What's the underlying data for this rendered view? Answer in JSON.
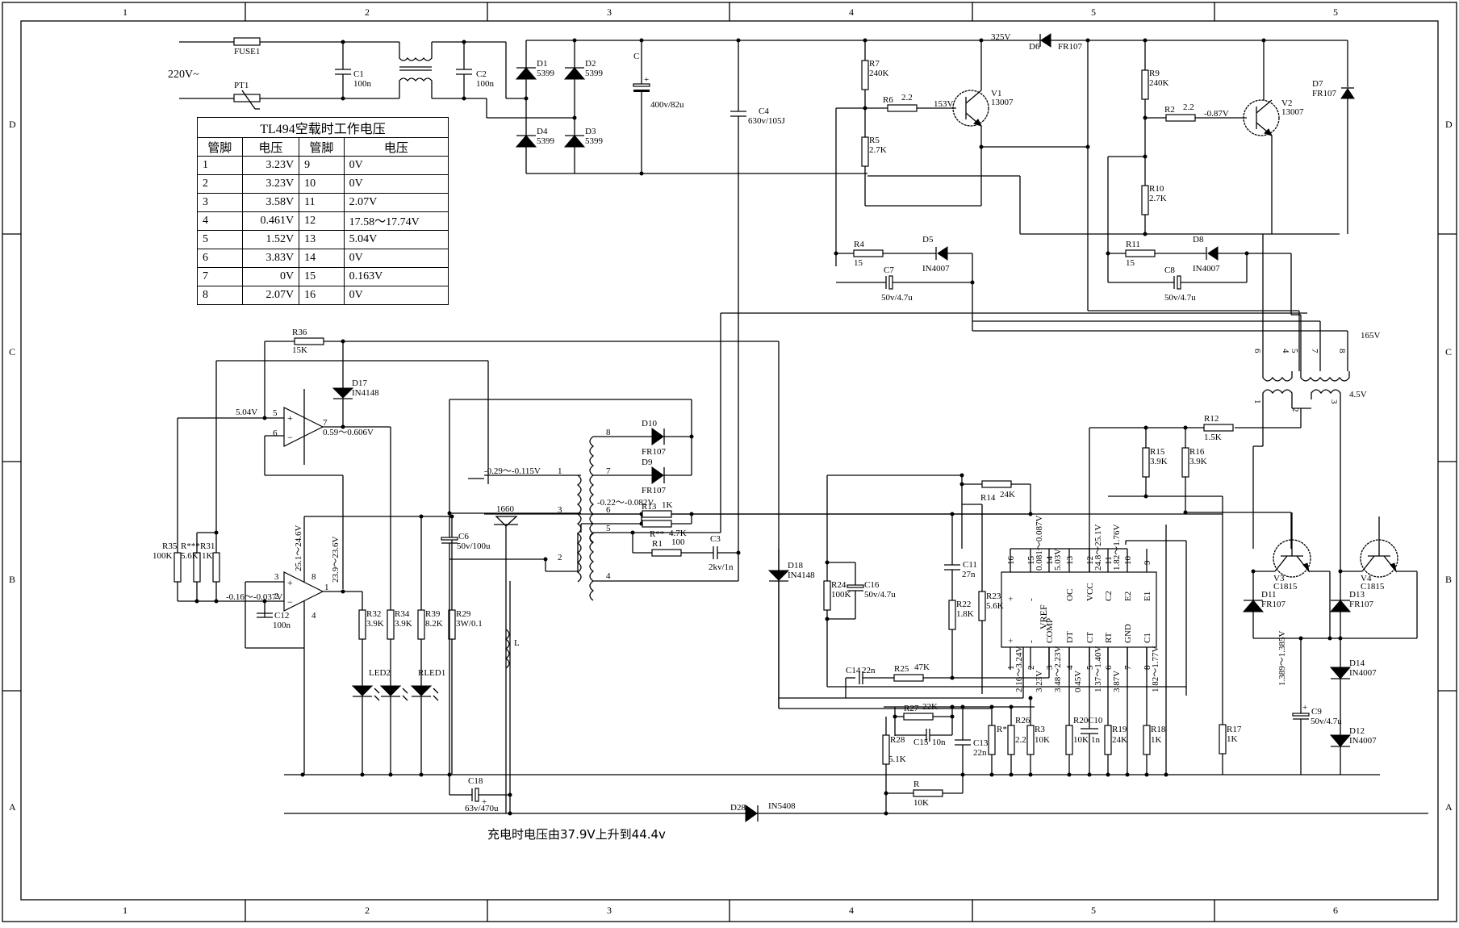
{
  "frame": {
    "columns": [
      "1",
      "2",
      "3",
      "4",
      "5",
      "5"
    ],
    "columns_bottom": [
      "1",
      "2",
      "3",
      "4",
      "5",
      "6"
    ],
    "rows": [
      "D",
      "C",
      "B",
      "A"
    ]
  },
  "table": {
    "title": "TL494空载时工作电压",
    "headers": [
      "管脚",
      "电压",
      "管脚",
      "电压"
    ],
    "rows": [
      [
        "1",
        "3.23V",
        "9",
        "0V"
      ],
      [
        "2",
        "3.23V",
        "10",
        "0V"
      ],
      [
        "3",
        "3.58V",
        "11",
        "2.07V"
      ],
      [
        "4",
        "0.461V",
        "12",
        "17.58～17.74V"
      ],
      [
        "5",
        "1.52V",
        "13",
        "5.04V"
      ],
      [
        "6",
        "3.83V",
        "14",
        "0V"
      ],
      [
        "7",
        "0V",
        "15",
        "0.163V"
      ],
      [
        "8",
        "2.07V",
        "16",
        "0V"
      ]
    ]
  },
  "caption": "充电时电压由37.9V上升到44.4v",
  "input": {
    "label": "220V~",
    "fuse": "FUSE1",
    "ptc": "PT1"
  },
  "components": {
    "C1": [
      "C1",
      "100n"
    ],
    "C2": [
      "C2",
      "100n"
    ],
    "D1": [
      "D1",
      "5399"
    ],
    "D2": [
      "D2",
      "5399"
    ],
    "D3": [
      "D3",
      "5399"
    ],
    "D4": [
      "D4",
      "5399"
    ],
    "C": [
      "C",
      "400v/82u"
    ],
    "C4": [
      "C4",
      "630v/105J"
    ],
    "R7": [
      "R7",
      "240K"
    ],
    "R6": [
      "R6",
      "2.2"
    ],
    "R5": [
      "R5",
      "2.7K"
    ],
    "V1": [
      "V1",
      "13007"
    ],
    "V1_base": "153V",
    "rail": "325V",
    "D6": [
      "D6",
      "FR107"
    ],
    "D7": [
      "D7",
      "FR107"
    ],
    "R9": [
      "R9",
      "240K"
    ],
    "R2": [
      "R2",
      "2.2"
    ],
    "R10": [
      "R10",
      "2.7K"
    ],
    "V2": [
      "V2",
      "13007"
    ],
    "V2_base": "-0.87V",
    "R4": [
      "R4",
      "15"
    ],
    "D5": [
      "D5",
      "IN4007"
    ],
    "C7": [
      "C7",
      "50v/4.7u"
    ],
    "R11": [
      "R11",
      "15"
    ],
    "D8": [
      "D8",
      "IN4007"
    ],
    "C8": [
      "C8",
      "50v/4.7u"
    ],
    "T1_pins": [
      "6",
      "4",
      "5",
      "7",
      "8",
      "1",
      "2",
      "3"
    ],
    "T1_v1": "165V",
    "T1_v2": "4.5V",
    "R36": [
      "R36",
      "15K"
    ],
    "D17": [
      "D17",
      "IN4148"
    ],
    "U_a_pins": [
      "5",
      "6",
      "7"
    ],
    "U_a_in": "5.04V",
    "U_a_out": "0.59～0.606V",
    "U_b_pins": [
      "3",
      "2",
      "1",
      "8",
      "4"
    ],
    "U_b_v1": "25.1～24.6V",
    "U_b_v2": "23.9～23.6V",
    "U_b_in": "-0.16～-0.037V",
    "R35": [
      "R35",
      "100K"
    ],
    "Rxx": [
      "R***",
      "5.6K"
    ],
    "R31": [
      "R31",
      "1K"
    ],
    "C12": [
      "C12",
      "100n"
    ],
    "R32": [
      "R32",
      "3.9K"
    ],
    "R34": [
      "R34",
      "3.9K"
    ],
    "R39": [
      "R39",
      "8.2K"
    ],
    "R29": [
      "R29",
      "3W/0.1"
    ],
    "LED2": "LED2",
    "RLED1": "RLED1",
    "C6": [
      "C6",
      "50v/100u"
    ],
    "L": "L",
    "Q1660": "1660",
    "T2_pins": [
      "1",
      "3",
      "2",
      "8",
      "7",
      "6",
      "5",
      "4"
    ],
    "T2_v1": "-0.29～-0.115V",
    "T2_v2": "-0.22～-0.082V",
    "D10": [
      "D10",
      "FR107"
    ],
    "D9": [
      "D9",
      "FR107"
    ],
    "R13": [
      "R13",
      "1K"
    ],
    "Rpp": [
      "R**",
      "4.7K"
    ],
    "R1": [
      "R1",
      "100"
    ],
    "C3": [
      "C3",
      "2kv/1n"
    ],
    "D18": [
      "D18",
      "IN4148"
    ],
    "R24": [
      "R24",
      "100K"
    ],
    "C16": [
      "C16",
      "50v/4.7u"
    ],
    "R14": [
      "R14",
      "24K"
    ],
    "C11": [
      "C11",
      "27n"
    ],
    "R22": [
      "R22",
      "1.8K"
    ],
    "R23": [
      "R23",
      "5.6K"
    ],
    "C14": [
      "C14",
      "22n"
    ],
    "R25": [
      "R25",
      "47K"
    ],
    "R12": [
      "R12",
      "1.5K"
    ],
    "R15": [
      "R15",
      "3.9K"
    ],
    "R16": [
      "R16",
      "3.9K"
    ],
    "R27": [
      "R27",
      "22K"
    ],
    "C15": [
      "C15",
      "10n"
    ],
    "C13": [
      "C13",
      "22n"
    ],
    "R28": [
      "R28",
      "5.1K"
    ],
    "R": [
      "R",
      "10K"
    ],
    "Rstar": [
      "R*",
      ""
    ],
    "R26": [
      "R26",
      "2.2K"
    ],
    "R3": [
      "R3",
      "10K"
    ],
    "R20": [
      "R20",
      "10K"
    ],
    "C10": [
      "C10",
      "1n"
    ],
    "R19": [
      "R19",
      "24K"
    ],
    "R18": [
      "R18",
      "1K"
    ],
    "R17": [
      "R17",
      "1K"
    ],
    "V3": [
      "V3",
      "C1815"
    ],
    "V4": [
      "V4",
      "C1815"
    ],
    "D11": [
      "D11",
      "FR107"
    ],
    "D13": [
      "D13",
      "FR107"
    ],
    "D14": [
      "D14",
      "IN4007"
    ],
    "D12": [
      "D12",
      "IN4007"
    ],
    "C9": [
      "C9",
      "50v/4.7u"
    ],
    "V_base_bias": "1.389～1.385V",
    "C18": [
      "C18",
      "63v/470u"
    ],
    "D28": [
      "D28",
      "IN5408"
    ]
  },
  "ic": {
    "top_pins": [
      "16",
      "15",
      "14",
      "13",
      "12",
      "11",
      "10",
      "9"
    ],
    "top_labels": [
      "+",
      "-",
      "",
      "OC",
      "VCC",
      "C2",
      "E2",
      "E1"
    ],
    "bottom_pins": [
      "1",
      "2",
      "3",
      "4",
      "5",
      "6",
      "7",
      "8"
    ],
    "bottom_labels": [
      "+",
      "-",
      "COMP",
      "DT",
      "CT",
      "RT",
      "GND",
      "C1"
    ],
    "center_label": "VREF",
    "top_volt": [
      "",
      "0.081～0.087V",
      "5.03V",
      "",
      "24.8～25.1V",
      "1.82～1.76V",
      "",
      ""
    ],
    "bottom_volt": [
      "2.16～3.24V",
      "3.23V",
      "3.48～2.23V",
      "0.45V",
      "1.37～1.40V",
      "3.87V",
      "",
      "1.82～1.77V"
    ]
  }
}
